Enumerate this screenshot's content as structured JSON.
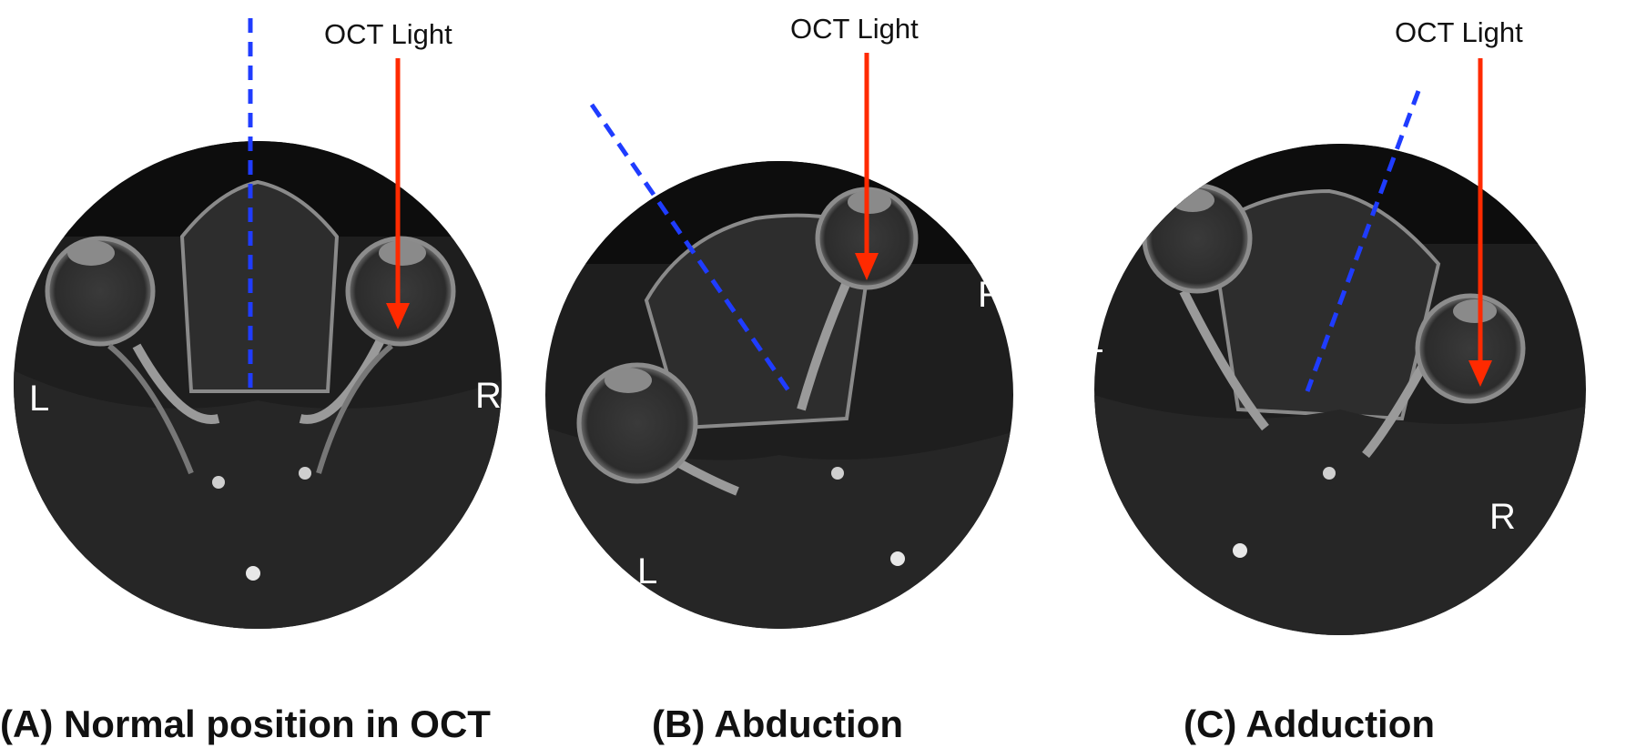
{
  "colors": {
    "gaze_line": "#1f3cff",
    "oct_arrow": "#ff2a00",
    "scan_background": "#202020",
    "tissue_light": "#9a9a9a"
  },
  "panels": [
    {
      "caption": "(A) Normal position in OCT",
      "oct_label": "OCT Light",
      "left_label": "L",
      "right_label": "R",
      "gaze": "normal"
    },
    {
      "caption": "(B) Abduction",
      "oct_label": "OCT Light",
      "left_label": "L",
      "right_label": "R",
      "gaze": "abduction"
    },
    {
      "caption": "(C) Adduction",
      "oct_label": "OCT Light",
      "left_label": "L",
      "right_label": "R",
      "gaze": "adduction"
    }
  ]
}
